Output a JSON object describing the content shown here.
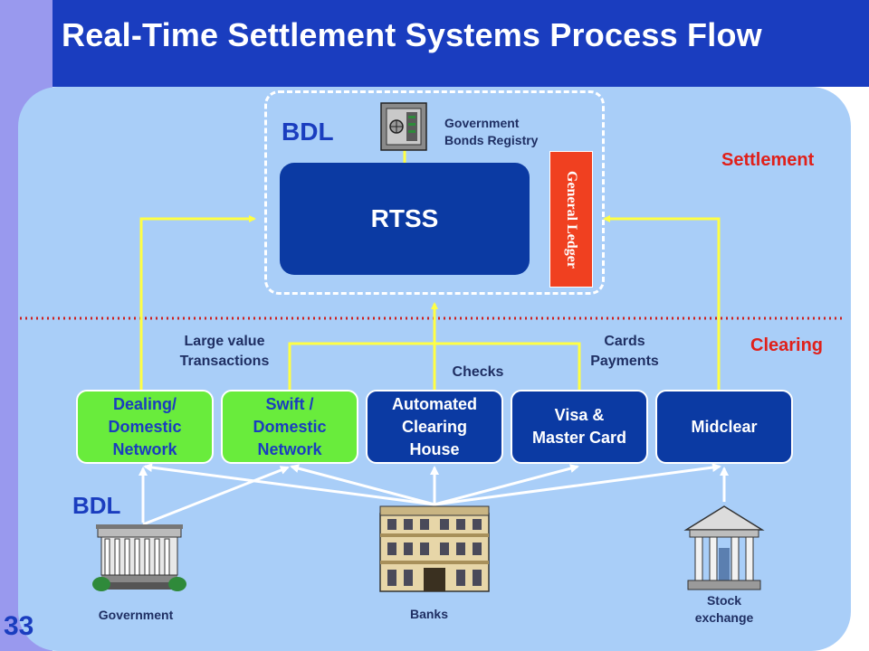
{
  "title": "Real-Time Settlement Systems Process Flow",
  "slide_number": "33",
  "bdl_top": "BDL",
  "bdl_bottom": "BDL",
  "rtss": "RTSS",
  "general_ledger": "General Ledger",
  "government_bonds_registry": "Government\nBonds Registry",
  "zones": {
    "settlement": "Settlement",
    "clearing": "Clearing"
  },
  "flow_labels": {
    "large_value": "Large value\nTransactions",
    "checks": "Checks",
    "cards": "Cards\nPayments"
  },
  "clearing_nodes": [
    {
      "label": "Dealing/\nDomestic\nNetwork",
      "style": "green"
    },
    {
      "label": "Swift /\nDomestic\nNetwork",
      "style": "green"
    },
    {
      "label": "Automated\nClearing\nHouse",
      "style": "navy"
    },
    {
      "label": "Visa &\nMaster Card",
      "style": "navy"
    },
    {
      "label": "Midclear",
      "style": "navy"
    }
  ],
  "participants": {
    "government": "Government",
    "banks": "Banks",
    "stock_exchange": "Stock\nexchange"
  },
  "colors": {
    "header": "#1a3dbf",
    "panel": "#a9cef8",
    "navy_box": "#0b3aa3",
    "green_box": "#69ec3c",
    "ledger": "#f04020",
    "zone_text": "#e0201a",
    "flow_line": "#ffff44",
    "divider": "#cc2222"
  }
}
